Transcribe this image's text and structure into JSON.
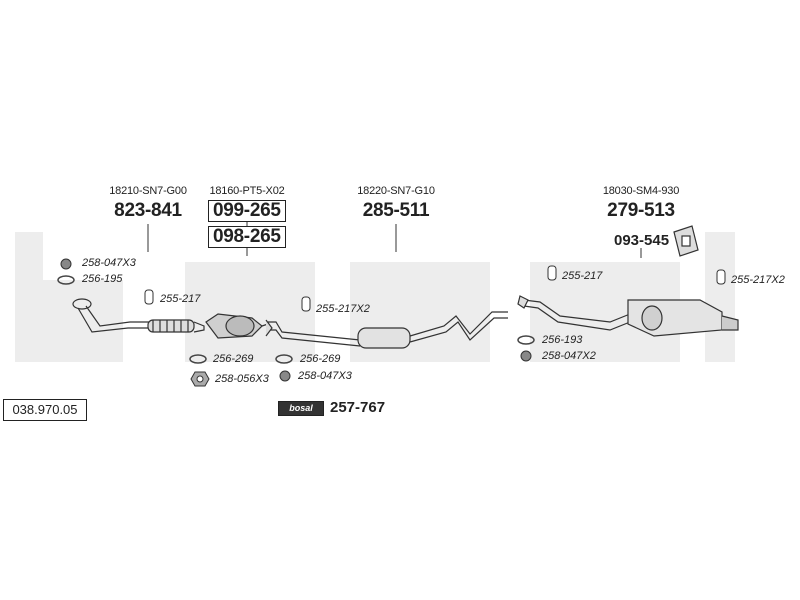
{
  "catalog_ref": "038.970.05",
  "brand_logo": "bosal",
  "kit_number": "257-767",
  "assemblies": [
    {
      "oem": "18210-SN7-G00",
      "part": "823-841"
    },
    {
      "oem": "18160-PT5-X02",
      "parts": [
        "099-265",
        "098-265"
      ]
    },
    {
      "oem": "18220-SN7-G10",
      "part": "285-511"
    },
    {
      "oem": "18030-SM4-930",
      "part": "279-513",
      "sub_part": "093-545"
    }
  ],
  "accessories": [
    "258-047X3",
    "256-195",
    "255-217",
    "256-269",
    "258-056X3",
    "255-217X2",
    "256-269",
    "258-047X3",
    "255-217",
    "256-193",
    "258-047X2",
    "255-217X2"
  ]
}
